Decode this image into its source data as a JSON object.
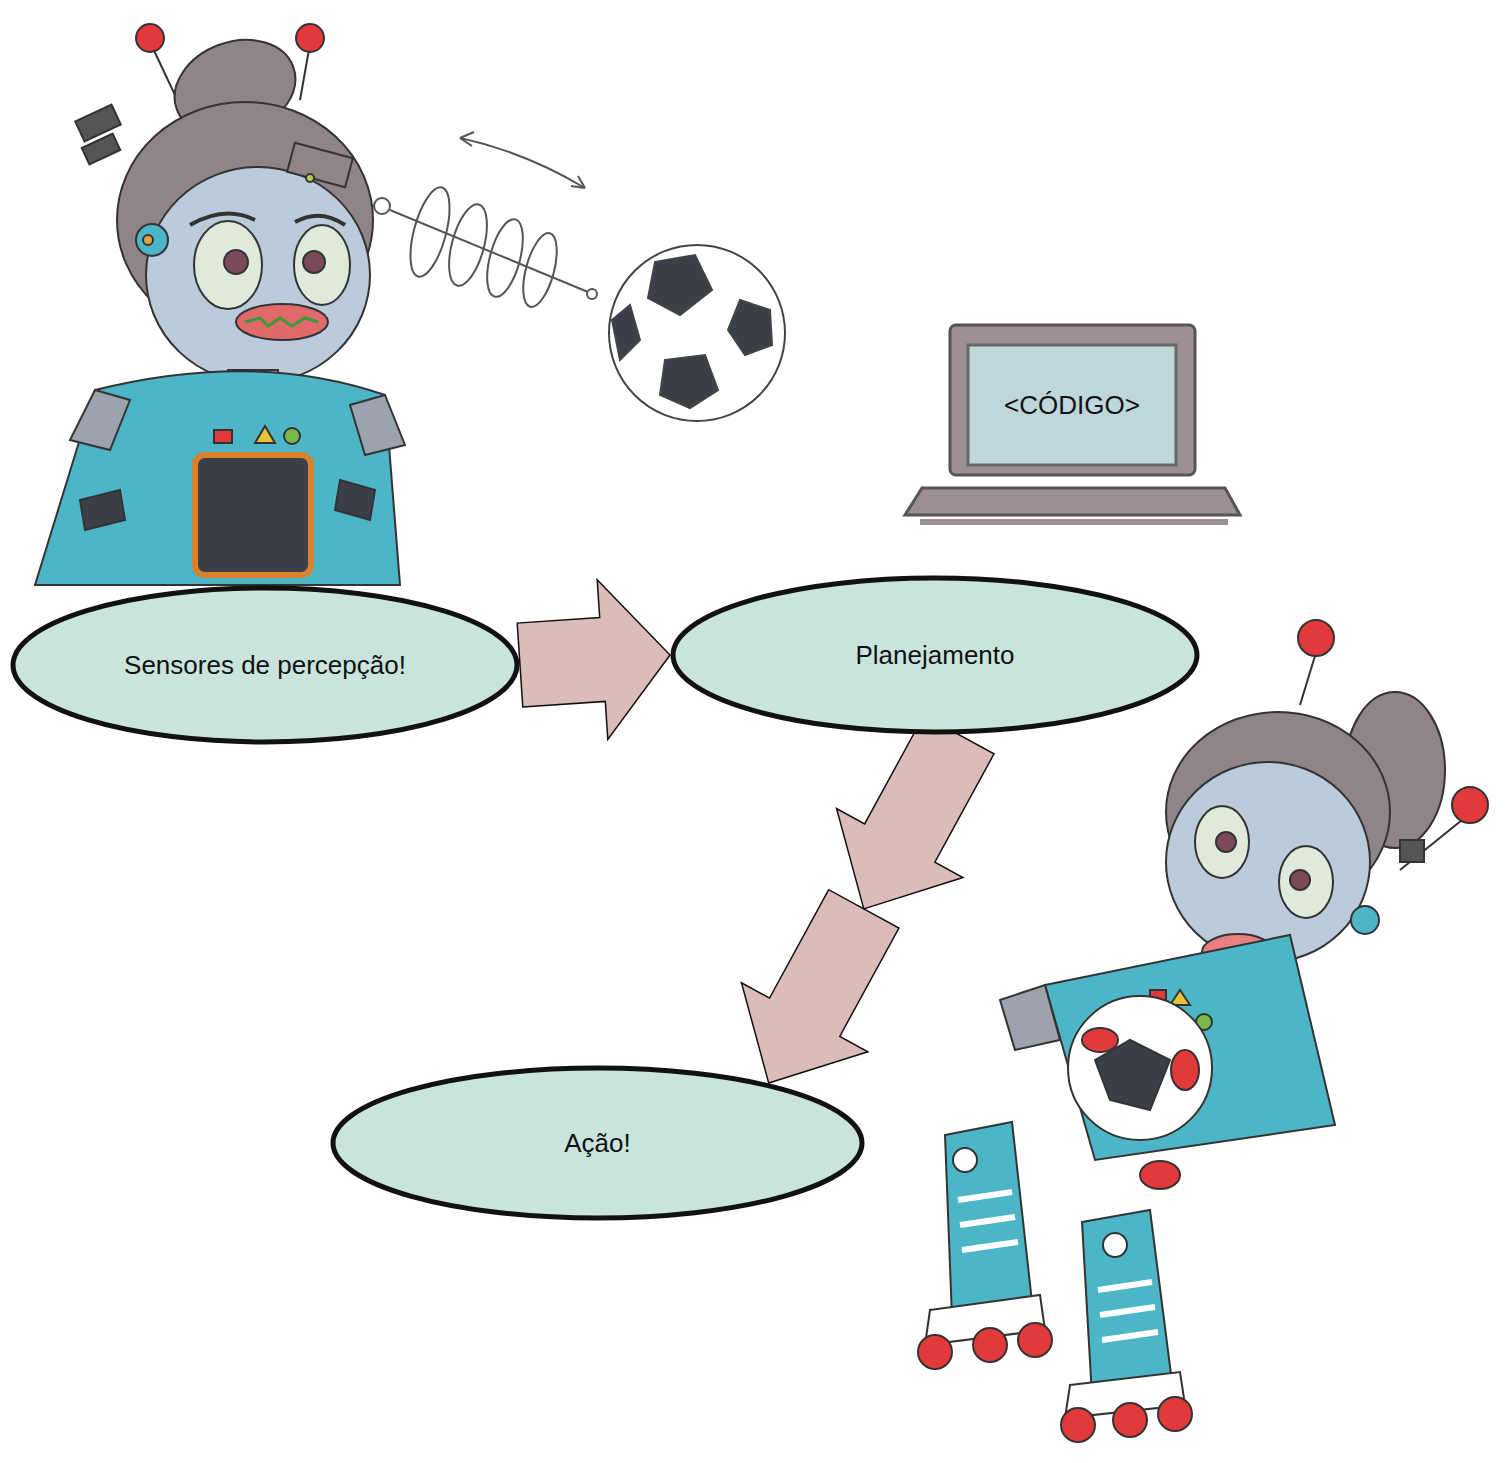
{
  "diagram": {
    "nodes": [
      {
        "text": [
          "Sensores de percepção!"
        ]
      },
      {
        "text": [
          "Planejamento"
        ]
      },
      {
        "text": [
          "Ação!"
        ]
      }
    ],
    "edges": [
      {
        "from": 0,
        "to": 1,
        "arrow": "to"
      },
      {
        "from": 1,
        "to": 2,
        "arrow": "to"
      }
    ],
    "labels": [
      "<CÓDIGO>"
    ]
  }
}
